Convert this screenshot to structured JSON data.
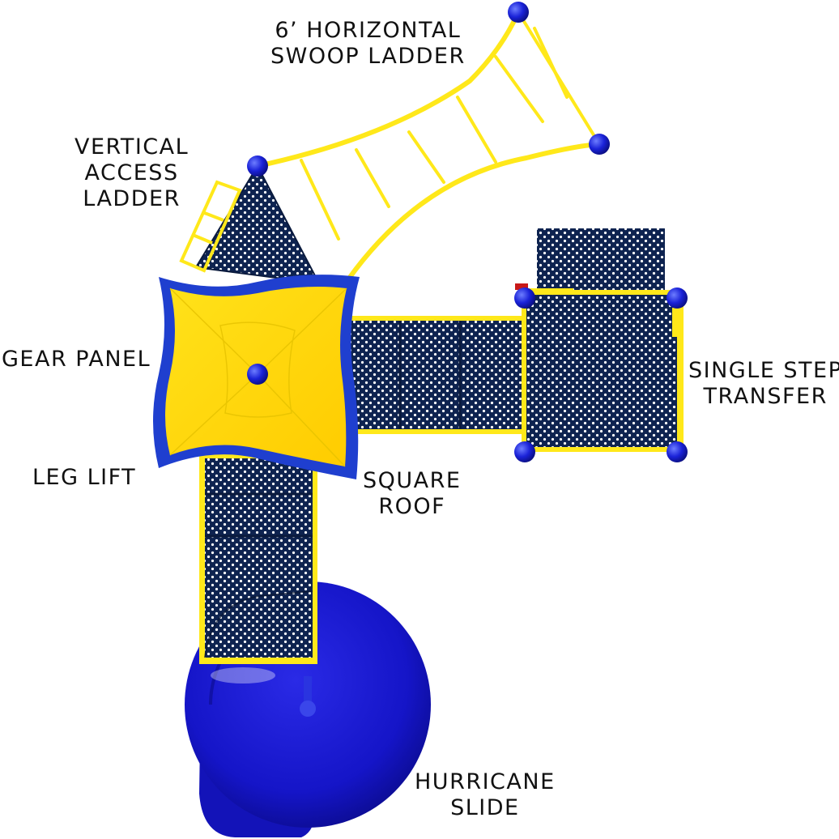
{
  "labels": {
    "swoop_ladder": [
      "6’ HORIZONTAL",
      "SWOOP LADDER"
    ],
    "vertical_ladder": [
      "VERTICAL",
      "ACCESS",
      "LADDER"
    ],
    "gear_panel": [
      "GEAR PANEL"
    ],
    "leg_lift": [
      "LEG LIFT"
    ],
    "square_roof": [
      "SQUARE",
      "ROOF"
    ],
    "single_step_transfer": [
      "SINGLE STEP",
      "TRANSFER"
    ],
    "hurricane_slide": [
      "HURRICANE",
      "SLIDE"
    ]
  },
  "colors": {
    "frame_yellow": "#ffe81a",
    "roof_yellow": "#ffd800",
    "roof_border_blue": "#1f3fcf",
    "deck_navy": "#0e2350",
    "slide_blue": "#1515c8",
    "post_cap_blue": "#1a22d8",
    "label_text": "#111111"
  }
}
